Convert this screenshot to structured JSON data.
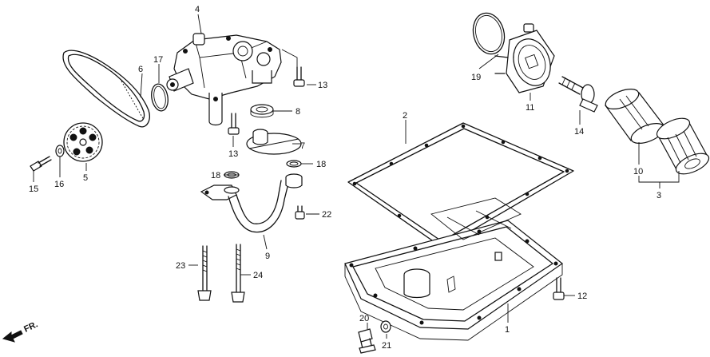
{
  "callouts": {
    "c1": "1",
    "c2": "2",
    "c3": "3",
    "c4": "4",
    "c5": "5",
    "c6": "6",
    "c7": "7",
    "c8": "8",
    "c9": "9",
    "c10": "10",
    "c11": "11",
    "c12": "12",
    "c13a": "13",
    "c13b": "13",
    "c14": "14",
    "c15": "15",
    "c16": "16",
    "c17": "17",
    "c18a": "18",
    "c18b": "18",
    "c19": "19",
    "c20": "20",
    "c21": "21",
    "c22": "22",
    "c23": "23",
    "c24": "24"
  },
  "direction": {
    "label": "FR."
  }
}
